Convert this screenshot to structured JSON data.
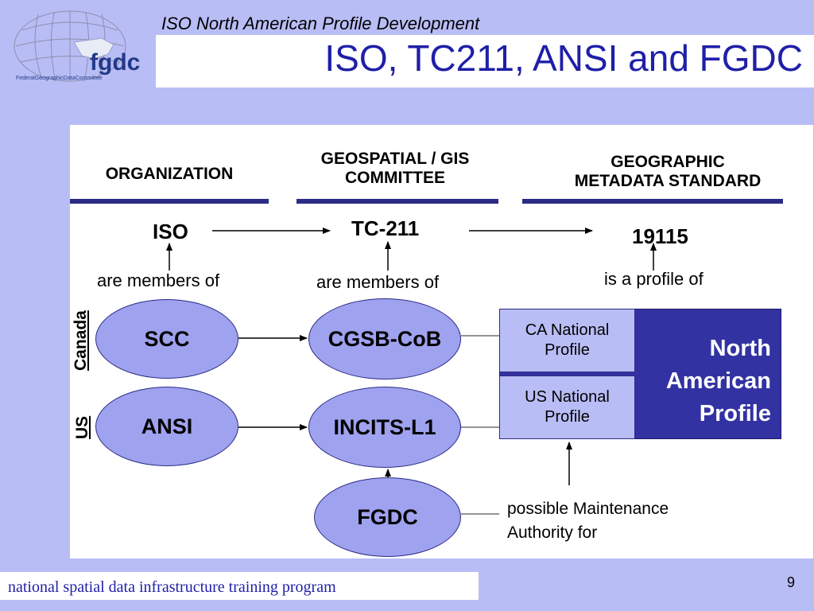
{
  "logo": {
    "text": "fgdc",
    "subtext": "FederalGeographicDataCommittee",
    "icon": "globe-grid-map-icon"
  },
  "header": {
    "subtitle": "ISO North American Profile Development",
    "title": "ISO, TC211, ANSI and FGDC"
  },
  "columns": {
    "organization": "ORGANIZATION",
    "committee_line1": "GEOSPATIAL / GIS",
    "committee_line2": "COMMITTEE",
    "standard_line1": "GEOGRAPHIC",
    "standard_line2": "METADATA STANDARD"
  },
  "top_row": {
    "org": "ISO",
    "committee": "TC-211",
    "standard": "19115"
  },
  "relations": {
    "members_of_1": "are members of",
    "members_of_2": "are members of",
    "profile_of": "is a profile of",
    "maintenance_line1": "possible Maintenance",
    "maintenance_line2": "Authority for"
  },
  "side_labels": {
    "canada": "Canada",
    "us": "US"
  },
  "nodes": {
    "scc": "SCC",
    "cgsb": "CGSB-CoB",
    "ansi": "ANSI",
    "incits": "INCITS-L1",
    "fgdc": "FGDC"
  },
  "profiles": {
    "ca_line1": "CA National",
    "ca_line2": "Profile",
    "us_line1": "US National",
    "us_line2": "Profile",
    "nap_line1": "North",
    "nap_line2": "American",
    "nap_line3": "Profile"
  },
  "footer": {
    "text": "national spatial data infrastructure training program",
    "page": "9"
  },
  "colors": {
    "background": "#b9bdf5",
    "title": "#1f1fa8",
    "ellipse_fill": "#9fa2ee",
    "navy": "#2b2b86",
    "nap_fill": "#3232a2"
  }
}
